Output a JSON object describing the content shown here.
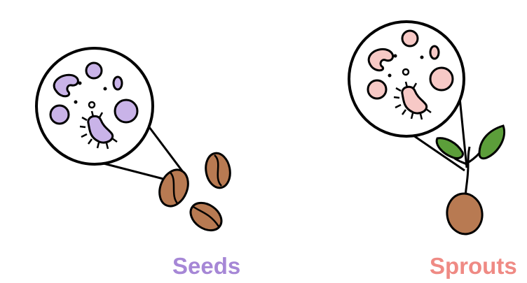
{
  "panels": [
    {
      "id": "seeds",
      "label": "Seeds",
      "label_color": "#a687d6",
      "microbe_fill": "#c9b3e8",
      "seed_count": 3,
      "seed_color": "#b87a52"
    },
    {
      "id": "sprouts",
      "label": "Sprouts",
      "label_color": "#ef8a84",
      "microbe_fill": "#f7c9c6",
      "leaf_color": "#5c9e3a",
      "seed_color": "#b87a52"
    }
  ],
  "icons": [
    "magnifier-circle-icon",
    "coffee-seed-icon",
    "sprout-icon",
    "microbe-icon"
  ]
}
